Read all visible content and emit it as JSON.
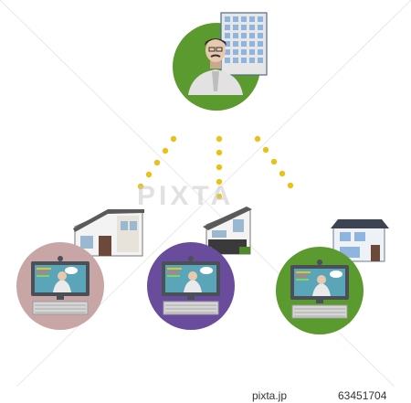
{
  "watermark": {
    "text": "PIXTA"
  },
  "footer": {
    "site": "pixta.jp",
    "image_number": "63451704"
  },
  "colors": {
    "boss_circle": "#5a9a2e",
    "worker_left_circle": "#c9a6a6",
    "worker_center_circle": "#6a4c9c",
    "worker_right_circle": "#5a9a2e",
    "dots": "#e8c21a",
    "monitor": "#4a4f58",
    "screen": "#5aa6b8"
  },
  "icons": {
    "boss": "manager-avatar-icon",
    "office": "office-building-icon",
    "house": "house-icon",
    "workstation": "computer-video-call-icon"
  }
}
